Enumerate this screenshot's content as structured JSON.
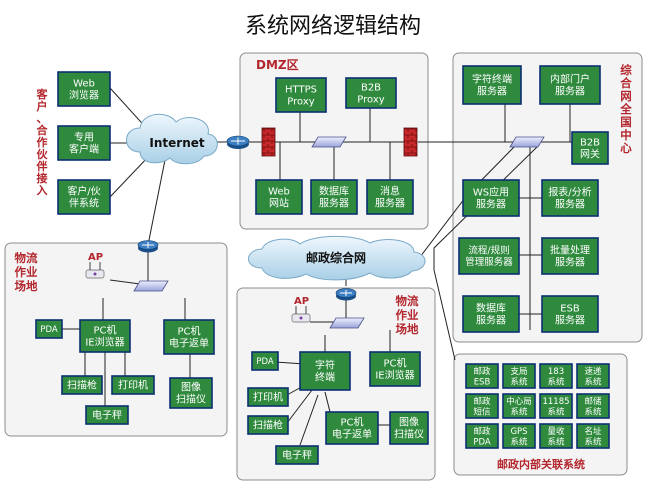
{
  "title": "系统网络逻辑结构",
  "dmz": {
    "label": "DMZ区",
    "https_proxy": [
      "HTTPS",
      "Proxy"
    ],
    "b2b_proxy": [
      "B2B",
      "Proxy"
    ],
    "web_site": [
      "Web",
      "网站"
    ],
    "db_server": [
      "数据库",
      "服务器"
    ],
    "msg_server": [
      "消息",
      "服务器"
    ]
  },
  "clients": {
    "side_label": [
      "客户、",
      "合作伙伴接入"
    ],
    "web_browser": [
      "Web",
      "浏览器"
    ],
    "dedicated_client": [
      "专用",
      "客户端"
    ],
    "partner_system": [
      "客户/伙",
      "伴系统"
    ]
  },
  "internet_label": "Internet",
  "center": {
    "side_label": [
      "综合",
      "网全国中心"
    ],
    "char_terminal": [
      "字符终端",
      "服务器"
    ],
    "portal": [
      "内部门户",
      "服务器"
    ],
    "b2b_gateway": [
      "B2B",
      "网关"
    ],
    "ws_app": [
      "WS应用",
      "服务器"
    ],
    "report": [
      "报表/分析",
      "服务器"
    ],
    "workflow": [
      "流程/规则",
      "管理服务器"
    ],
    "batch": [
      "批量处理",
      "服务器"
    ],
    "db": [
      "数据库",
      "服务器"
    ],
    "esb": [
      "ESB",
      "服务器"
    ]
  },
  "postal_net_label": "邮政综合网",
  "site1": {
    "label": [
      "物流",
      "作业",
      "场地"
    ],
    "ap": "AP",
    "pda": "PDA",
    "pc_browser": [
      "PC机",
      "IE浏览器"
    ],
    "pc_receipt": [
      "PC机",
      "电子返单"
    ],
    "scanner_gun": "扫描枪",
    "printer": "打印机",
    "image_scanner": [
      "图像",
      "扫描仪"
    ],
    "e_scale": "电子秤"
  },
  "site2": {
    "label": [
      "物流",
      "作业",
      "场地"
    ],
    "ap": "AP",
    "pda": "PDA",
    "char_terminal": [
      "字符",
      "终端"
    ],
    "pc_browser": [
      "PC机",
      "IE浏览器"
    ],
    "printer": "打印机",
    "scanner_gun": "扫描枪",
    "pc_receipt": [
      "PC机",
      "电子返单"
    ],
    "image_scanner": [
      "图像",
      "扫描仪"
    ],
    "e_scale": "电子秤"
  },
  "internal": {
    "label": "邮政内部关联系统",
    "systems": [
      [
        "邮政",
        "ESB"
      ],
      [
        "支局",
        "系统"
      ],
      [
        "183",
        "系统"
      ],
      [
        "速递",
        "系统"
      ],
      [
        "邮政",
        "短信"
      ],
      [
        "中心局",
        "系统"
      ],
      [
        "11185",
        "系统"
      ],
      [
        "邮储",
        "系统"
      ],
      [
        "邮政",
        "PDA"
      ],
      [
        "GPS",
        "系统"
      ],
      [
        "量收",
        "系统"
      ],
      [
        "名址",
        "系统"
      ]
    ]
  },
  "colors": {
    "box_fill": "#2f8a3e",
    "box_border": "#0c2f73",
    "box_text": "#ffffff",
    "red_text": "#b3262d",
    "zone_fill": "#f4f4f4",
    "zone_border": "#9a9a9a",
    "cloud_fill": "#cfe6f4"
  }
}
